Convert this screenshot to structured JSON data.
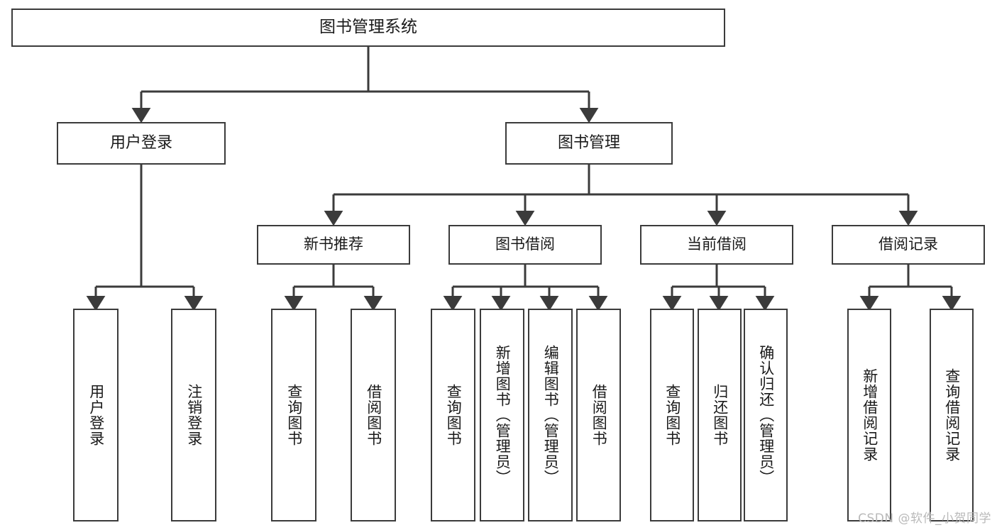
{
  "diagram": {
    "title": "图书管理系统",
    "type": "tree-hierarchy-chart",
    "watermark": "CSDN @软件_小贺同学",
    "colors": {
      "box_border": "#3b3b3b",
      "box_fill": "#ffffff",
      "edge": "#3b3b3b",
      "text": "#1a1a1a",
      "watermark": "#b9b9b9",
      "background": "#ffffff"
    },
    "root": {
      "label": "图书管理系统"
    },
    "level2": [
      {
        "label": "用户登录"
      },
      {
        "label": "图书管理"
      }
    ],
    "level3": [
      {
        "label": "新书推荐"
      },
      {
        "label": "图书借阅"
      },
      {
        "label": "当前借阅"
      },
      {
        "label": "借阅记录"
      }
    ],
    "leaves": {
      "user_login": [
        {
          "label": "用户登录"
        },
        {
          "label": "注销登录"
        }
      ],
      "new_book_recommend": [
        {
          "label": "查询图书"
        },
        {
          "label": "借阅图书"
        }
      ],
      "book_borrow": [
        {
          "label": "查询图书"
        },
        {
          "label": "新增图书（管理员）"
        },
        {
          "label": "编辑图书（管理员）"
        },
        {
          "label": "借阅图书"
        }
      ],
      "current_borrow": [
        {
          "label": "查询图书"
        },
        {
          "label": "归还图书"
        },
        {
          "label": "确认归还（管理员）"
        }
      ],
      "borrow_record": [
        {
          "label": "新增借阅记录"
        },
        {
          "label": "查询借阅记录"
        }
      ]
    }
  }
}
